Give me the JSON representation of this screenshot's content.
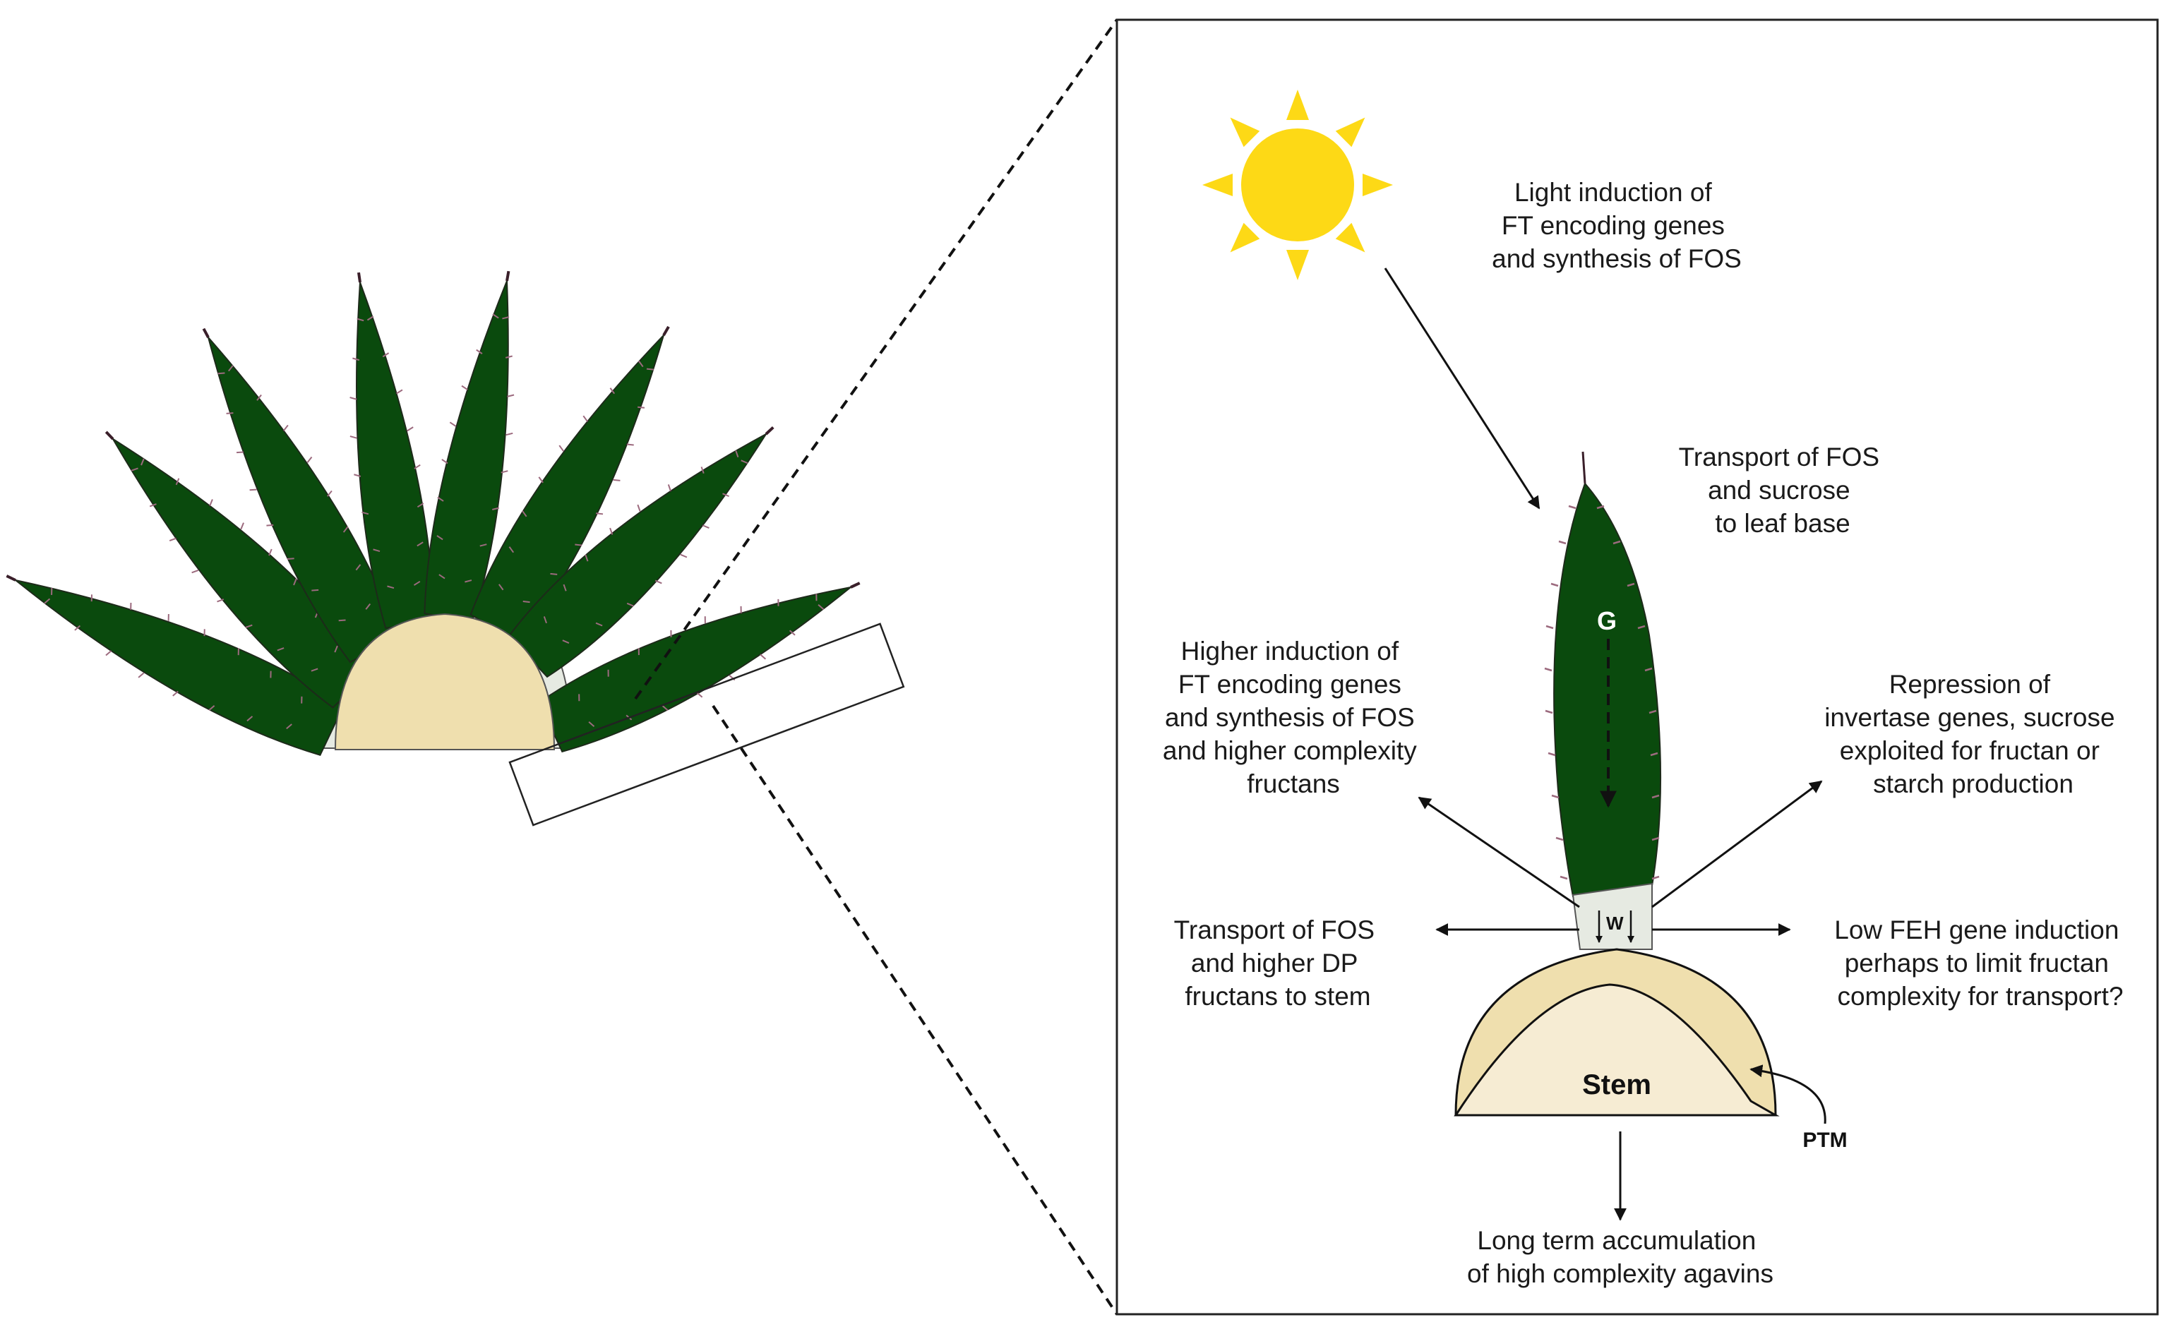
{
  "figure": {
    "labels": {
      "light_induction": [
        "Light induction of",
        "FT encoding genes",
        "and synthesis of FOS"
      ],
      "transport_leaf_base": [
        "Transport of FOS",
        "and sucrose",
        "to leaf base"
      ],
      "higher_induction": [
        "Higher induction of",
        "FT encoding genes",
        "and synthesis of FOS",
        "and higher complexity",
        "fructans"
      ],
      "repression": [
        "Repression of",
        "invertase genes, sucrose",
        "exploited for fructan or",
        "starch production"
      ],
      "transport_stem": [
        "Transport of FOS",
        "and higher DP",
        "fructans to stem"
      ],
      "low_feh": [
        "Low FEH gene induction",
        "perhaps to limit fructan",
        "complexity for transport?"
      ],
      "long_term": [
        "Long term accumulation",
        "of high complexity agavins"
      ]
    },
    "markers": {
      "green_zone": "G",
      "white_zone": "W",
      "stem": "Stem",
      "ptm": "PTM"
    },
    "colors": {
      "leaf_green": "#0a4a0d",
      "leaf_base": "#e6eae2",
      "stem_outer": "#efdfae",
      "stem_inner": "#f6ecd3",
      "sun": "#fdd916",
      "spine": "#9c6a7e"
    }
  }
}
